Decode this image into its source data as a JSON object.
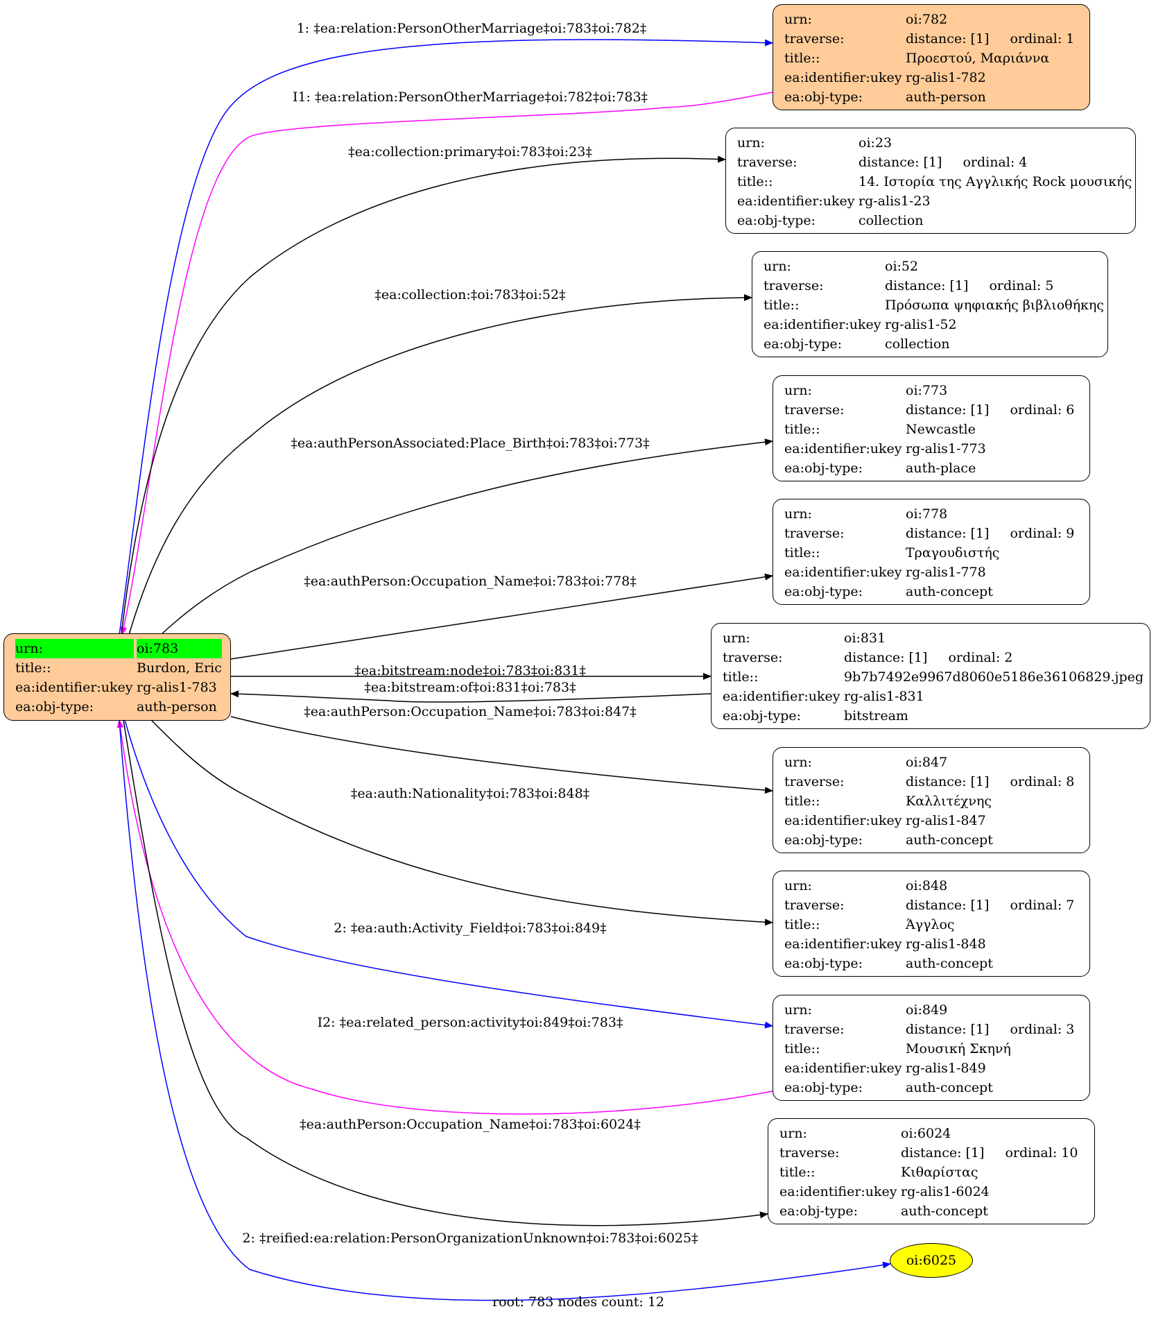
{
  "root": {
    "rows": [
      {
        "k": "urn:",
        "v": "oi:783"
      },
      {
        "k": "title::",
        "v": "Burdon, Eric"
      },
      {
        "k": "ea:identifier:ukey",
        "v": "rg-alis1-783"
      },
      {
        "k": "ea:obj-type:",
        "v": "auth-person"
      }
    ]
  },
  "nodes": [
    {
      "id": "oi:782",
      "title": "Προεστού, Μαριάννα",
      "ukey": "rg-alis1-782",
      "type": "auth-person",
      "distance": "distance: [1]",
      "ordinal": "ordinal: 1"
    },
    {
      "id": "oi:23",
      "title": "14. Ιστορία της Αγγλικής Rock μουσικής",
      "ukey": "rg-alis1-23",
      "type": "collection",
      "distance": "distance: [1]",
      "ordinal": "ordinal: 4"
    },
    {
      "id": "oi:52",
      "title": "Πρόσωπα ψηφιακής βιβλιοθήκης",
      "ukey": "rg-alis1-52",
      "type": "collection",
      "distance": "distance: [1]",
      "ordinal": "ordinal: 5"
    },
    {
      "id": "oi:773",
      "title": "Newcastle",
      "ukey": "rg-alis1-773",
      "type": "auth-place",
      "distance": "distance: [1]",
      "ordinal": "ordinal: 6"
    },
    {
      "id": "oi:778",
      "title": "Τραγουδιστής",
      "ukey": "rg-alis1-778",
      "type": "auth-concept",
      "distance": "distance: [1]",
      "ordinal": "ordinal: 9"
    },
    {
      "id": "oi:831",
      "title": "9b7b7492e9967d8060e5186e36106829.jpeg",
      "ukey": "rg-alis1-831",
      "type": "bitstream",
      "distance": "distance: [1]",
      "ordinal": "ordinal: 2"
    },
    {
      "id": "oi:847",
      "title": "Καλλιτέχνης",
      "ukey": "rg-alis1-847",
      "type": "auth-concept",
      "distance": "distance: [1]",
      "ordinal": "ordinal: 8"
    },
    {
      "id": "oi:848",
      "title": "Άγγλος",
      "ukey": "rg-alis1-848",
      "type": "auth-concept",
      "distance": "distance: [1]",
      "ordinal": "ordinal: 7"
    },
    {
      "id": "oi:849",
      "title": "Μουσική Σκηνή",
      "ukey": "rg-alis1-849",
      "type": "auth-concept",
      "distance": "distance: [1]",
      "ordinal": "ordinal: 3"
    },
    {
      "id": "oi:6024",
      "title": "Κιθαρίστας",
      "ukey": "rg-alis1-6024",
      "type": "auth-concept",
      "distance": "distance: [1]",
      "ordinal": "ordinal: 10"
    }
  ],
  "field_keys": {
    "urn": "urn:",
    "traverse": "traverse:",
    "title": "title::",
    "ukey": "ea:identifier:ukey",
    "type": "ea:obj-type:"
  },
  "ellipse_node": {
    "label": "oi:6025",
    "fill": "#ffff00"
  },
  "edge_labels": [
    "1: ‡ea:relation:PersonOtherMarriage‡oi:783‡oi:782‡",
    "I1: ‡ea:relation:PersonOtherMarriage‡oi:782‡oi:783‡",
    "‡ea:collection:primary‡oi:783‡oi:23‡",
    "‡ea:collection:‡oi:783‡oi:52‡",
    "‡ea:authPersonAssociated:Place_Birth‡oi:783‡oi:773‡",
    "‡ea:authPerson:Occupation_Name‡oi:783‡oi:778‡",
    "‡ea:bitstream:node‡oi:783‡oi:831‡",
    "‡ea:bitstream:of‡oi:831‡oi:783‡",
    "‡ea:authPerson:Occupation_Name‡oi:783‡oi:847‡",
    "‡ea:auth:Nationality‡oi:783‡oi:848‡",
    "2: ‡ea:auth:Activity_Field‡oi:783‡oi:849‡",
    "I2: ‡ea:related_person:activity‡oi:849‡oi:783‡",
    "‡ea:authPerson:Occupation_Name‡oi:783‡oi:6024‡",
    "2: ‡reified:ea:relation:PersonOrganizationUnknown‡oi:783‡oi:6025‡"
  ],
  "colors": {
    "blue": "#0000ff",
    "magenta": "#ff00ff",
    "black": "#000000",
    "root_fill": "#ffcc99",
    "highlight": "#00ff00"
  },
  "footer": "root: 783 nodes count: 12"
}
